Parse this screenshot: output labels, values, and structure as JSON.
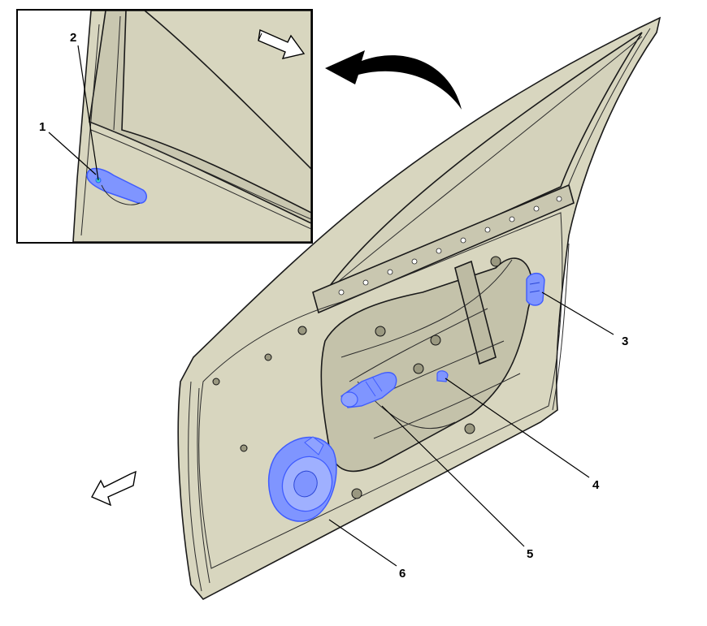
{
  "colors": {
    "door_panel": "#d8d6bf",
    "window_glass": "#d4d2bb",
    "highlight": "#7f95ff",
    "highlight_dark": "#3f5cff",
    "outline": "#1a1a1a"
  },
  "callouts": [
    {
      "id": "1",
      "part": "exterior-door-handle"
    },
    {
      "id": "2",
      "part": "door-handle-switch"
    },
    {
      "id": "3",
      "part": "door-latch"
    },
    {
      "id": "4",
      "part": "door-lock-sensor"
    },
    {
      "id": "5",
      "part": "window-regulator-motor"
    },
    {
      "id": "6",
      "part": "door-speaker"
    }
  ],
  "icons": [
    "direction-arrow-icon",
    "rotation-arrow-icon",
    "direction-arrow-icon"
  ]
}
